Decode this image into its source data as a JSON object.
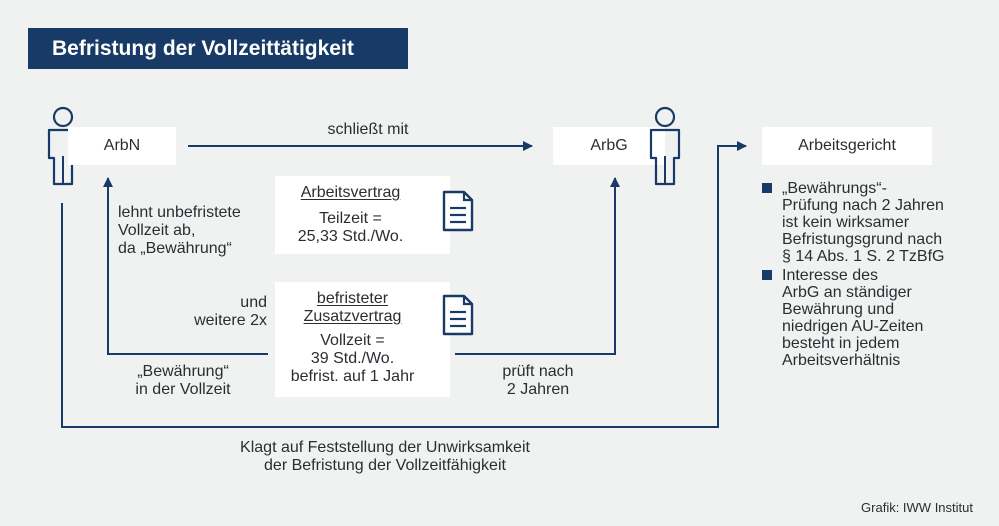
{
  "title": "Befristung der Vollzeittätigkeit",
  "arbn": {
    "label": "ArbN"
  },
  "arbg": {
    "label": "ArbG"
  },
  "court": {
    "label": "Arbeitsgericht"
  },
  "edges": {
    "concludes": "schließt mit",
    "refuses_line1": "lehnt unbefristete",
    "refuses_line2": "Vollzeit ab,",
    "refuses_line3": "da „Bewährung“",
    "further_line1": "und",
    "further_line2": "weitere 2x",
    "probation_line1": "„Bewährung“",
    "probation_line2": "in der Vollzeit",
    "checks_line1": "prüft nach",
    "checks_line2": "2 Jahren",
    "lawsuit_line1": "Klagt auf Feststellung der Unwirksamkeit",
    "lawsuit_line2": "der Befristung der Vollzeitfähigkeit"
  },
  "contract1": {
    "title": "Arbeitsvertrag",
    "line1": "Teilzeit =",
    "line2": "25,33 Std./Wo."
  },
  "contract2": {
    "title_line1": "befristeter",
    "title_line2": "Zusatzvertrag",
    "line1": "Vollzeit =",
    "line2": "39 Std./Wo.",
    "line3": "befrist. auf 1 Jahr"
  },
  "findings": [
    {
      "lines": [
        "„Bewährungs“-",
        "Prüfung nach 2 Jahren",
        "ist kein wirksamer",
        "Befristungsgrund nach",
        "§ 14 Abs. 1 S. 2 TzBfG"
      ]
    },
    {
      "lines": [
        "Interesse des",
        "ArbG an ständiger",
        "Bewährung und",
        "niedrigen AU-Zeiten",
        "besteht in jedem",
        "Arbeitsverhältnis"
      ]
    }
  ],
  "credit": "Grafik: IWW Institut",
  "colors": {
    "navy": "#183a66",
    "background": "#f0f1f1",
    "box": "#ffffff",
    "text": "#2a2e33"
  }
}
